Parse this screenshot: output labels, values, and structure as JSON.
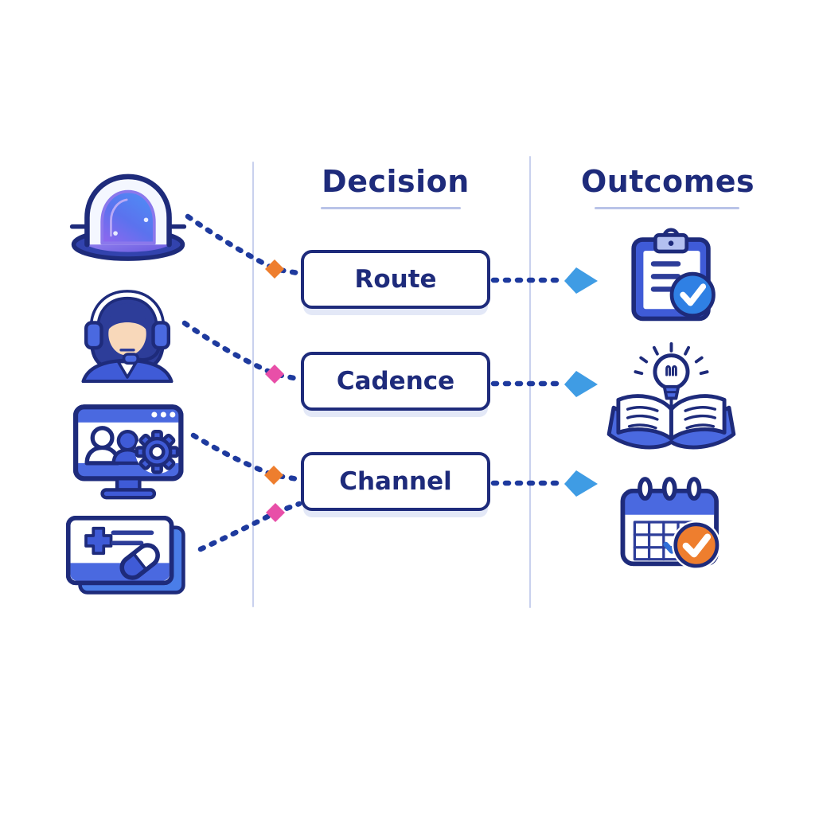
{
  "palette": {
    "navy": "#1e2b7b",
    "royal": "#3f5bd7",
    "royal2": "#4a69e0",
    "line": "#1e3a9e",
    "orange": "#ee7e2e",
    "pink": "#e84fa8",
    "arrow": "#3f9ce4",
    "divider": "#c9d1ee",
    "underline": "#b9c3e8",
    "lavender": "#b3c0f0",
    "boxshadow": "#e3e8f7"
  },
  "columns": {
    "decision": {
      "title": "Decision"
    },
    "outcomes": {
      "title": "Outcomes"
    }
  },
  "inputs": [
    {
      "icon": "alarm-beacon-icon"
    },
    {
      "icon": "support-agent-icon"
    },
    {
      "icon": "video-call-settings-icon"
    },
    {
      "icon": "medical-card-icon"
    }
  ],
  "decisions": [
    {
      "label": "Route"
    },
    {
      "label": "Cadence"
    },
    {
      "label": "Channel"
    }
  ],
  "outcome_icons": [
    {
      "icon": "clipboard-check-icon"
    },
    {
      "icon": "book-idea-icon"
    },
    {
      "icon": "calendar-check-icon"
    }
  ],
  "connectors": [
    {
      "from": "alarm-beacon",
      "to": "Route",
      "marker_color": "orange"
    },
    {
      "from": "support-agent",
      "to": "Cadence",
      "marker_color": "pink"
    },
    {
      "from": "video-call-settings",
      "to": "Channel",
      "marker_color": "orange"
    },
    {
      "from": "medical-card",
      "to": "Channel",
      "marker_color": "pink"
    },
    {
      "from": "Route",
      "to": "clipboard-check",
      "marker": "arrowhead"
    },
    {
      "from": "Cadence",
      "to": "book-idea",
      "marker": "arrowhead"
    },
    {
      "from": "Channel",
      "to": "calendar-check",
      "marker": "arrowhead"
    }
  ]
}
